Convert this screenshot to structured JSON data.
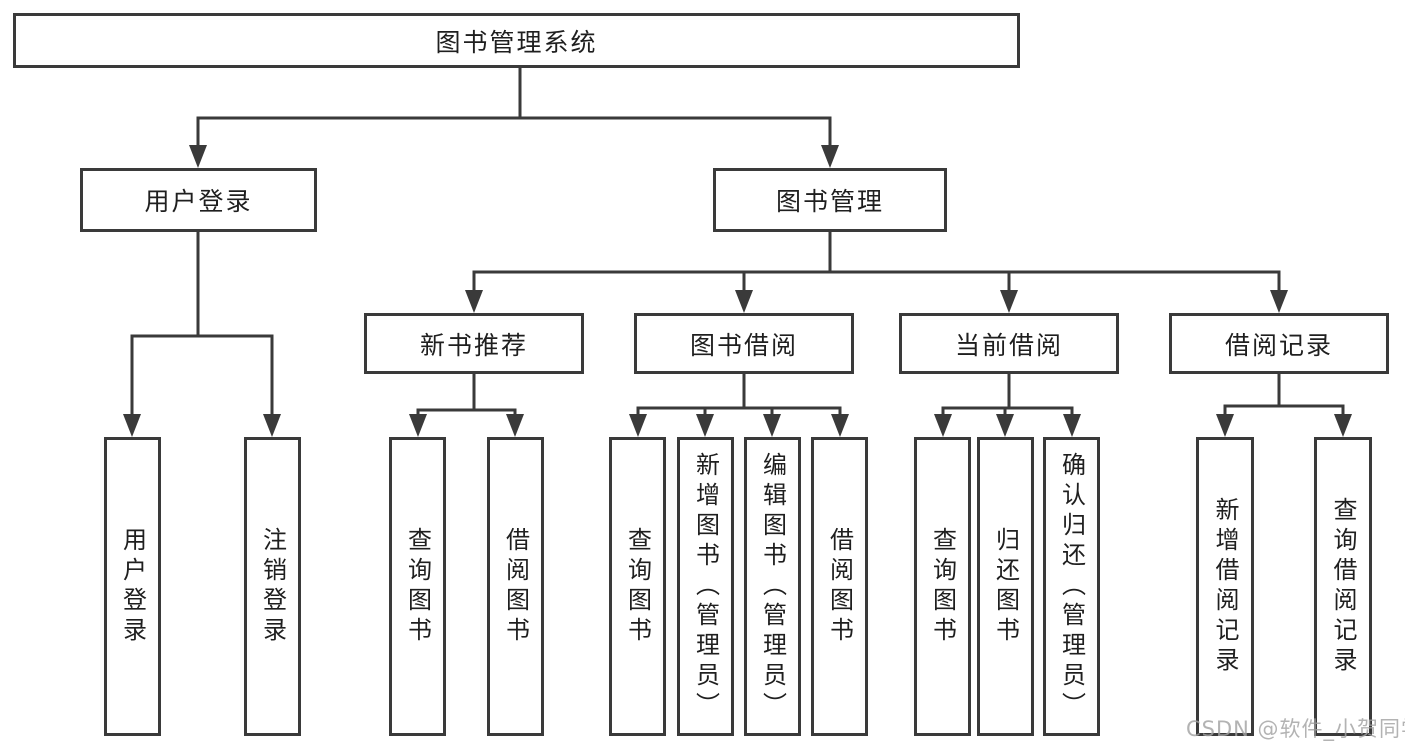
{
  "diagram": {
    "title": "图书管理系统",
    "type": "hierarchy",
    "root": {
      "label": "图书管理系统",
      "children": [
        {
          "label": "用户登录",
          "children": [
            {
              "label": "用户登录"
            },
            {
              "label": "注销登录"
            }
          ]
        },
        {
          "label": "图书管理",
          "children": [
            {
              "label": "新书推荐",
              "children": [
                {
                  "label": "查询图书"
                },
                {
                  "label": "借阅图书"
                }
              ]
            },
            {
              "label": "图书借阅",
              "children": [
                {
                  "label": "查询图书"
                },
                {
                  "label": "新增图书（管理员）"
                },
                {
                  "label": "编辑图书（管理员）"
                },
                {
                  "label": "借阅图书"
                }
              ]
            },
            {
              "label": "当前借阅",
              "children": [
                {
                  "label": "查询图书"
                },
                {
                  "label": "归还图书"
                },
                {
                  "label": "确认归还（管理员）"
                }
              ]
            },
            {
              "label": "借阅记录",
              "children": [
                {
                  "label": "新增借阅记录"
                },
                {
                  "label": "查询借阅记录"
                }
              ]
            }
          ]
        }
      ]
    }
  },
  "watermark": {
    "text": "CSDN @软件_小贺同学"
  },
  "colors": {
    "line": "#3a3a3a",
    "box_border": "#3a3a3a",
    "box_background": "#ffffff",
    "text": "#1f1f1f",
    "watermark": "#a2a2a2",
    "page_background": "#ffffff"
  }
}
